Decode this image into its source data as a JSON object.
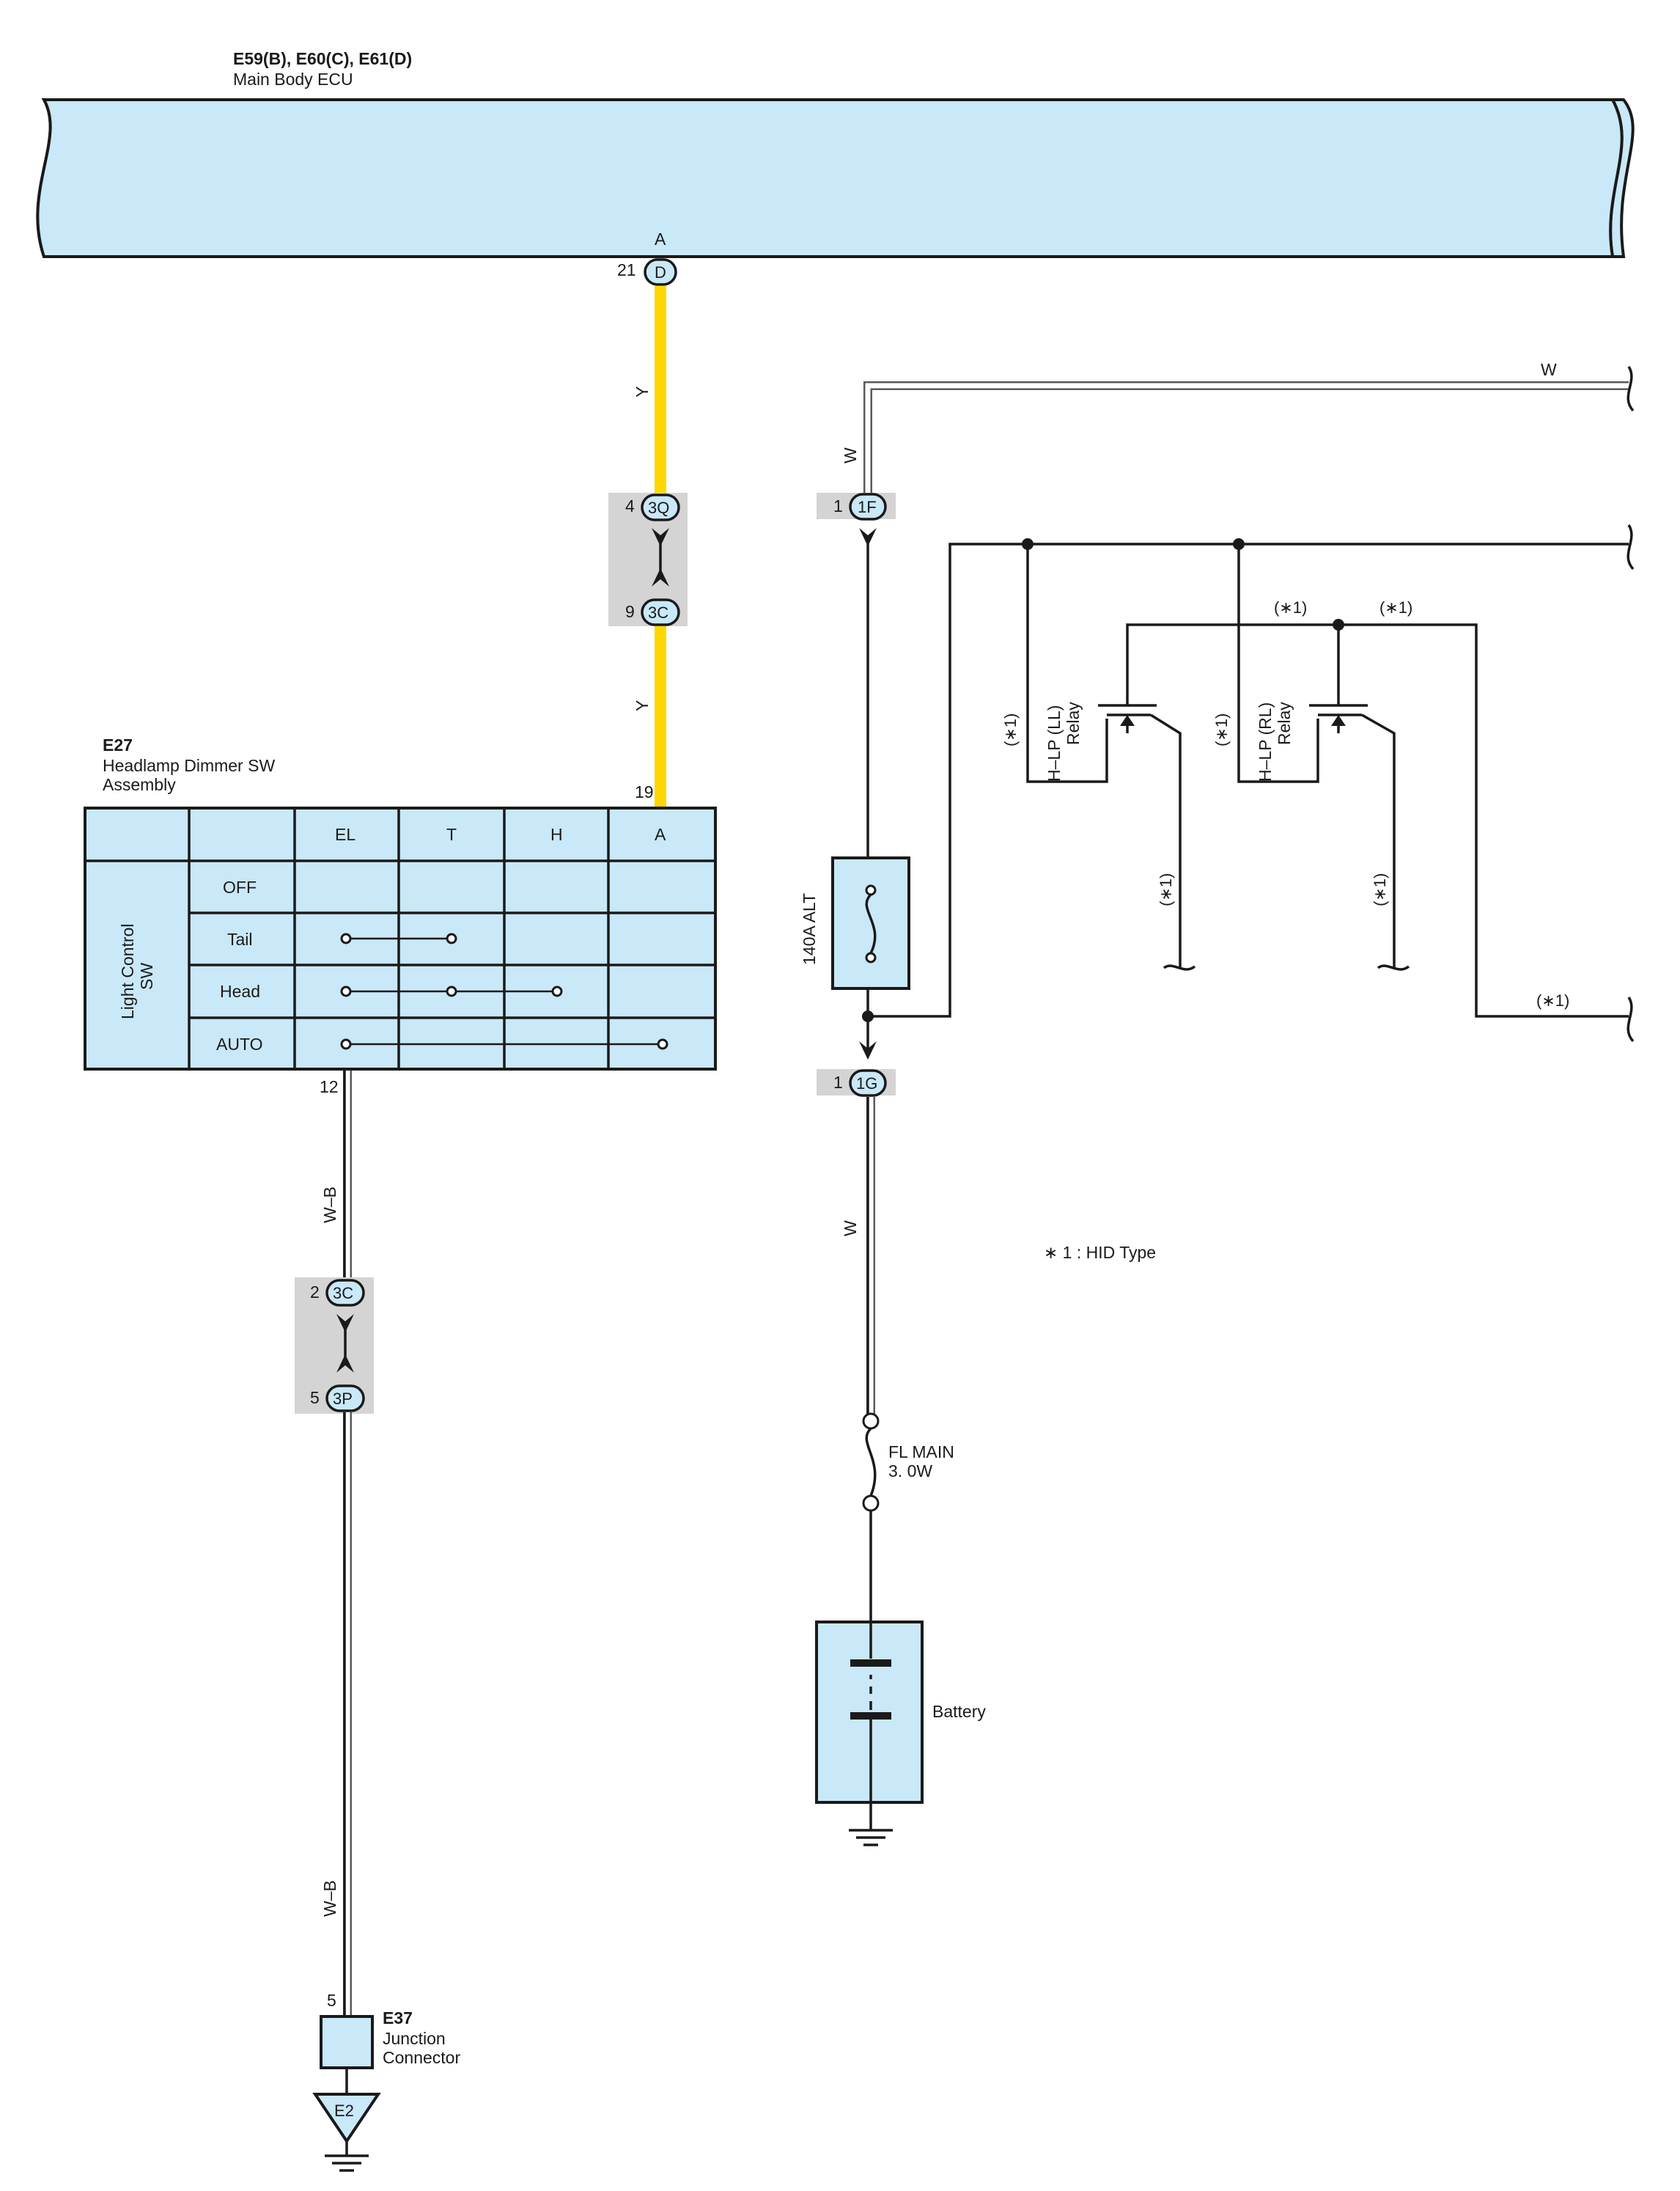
{
  "ecu": {
    "connector": "E59(B), E60(C), E61(D)",
    "name": "Main Body ECU",
    "terminal": "A",
    "pin_number": "21",
    "pin_code": "D"
  },
  "wires": {
    "y1": "Y",
    "y2": "Y",
    "w_top_vertical": "W",
    "w_top_right": "W",
    "w_battery": "W",
    "wb1": "W–B",
    "wb2": "W–B"
  },
  "junctions": {
    "j_3q": {
      "pin": "4",
      "code": "3Q"
    },
    "j_3c_upper": {
      "pin": "9",
      "code": "3C"
    },
    "j_1f": {
      "pin": "1",
      "code": "1F"
    },
    "j_1g": {
      "pin": "1",
      "code": "1G"
    },
    "j_3c_lower": {
      "pin": "2",
      "code": "3C"
    },
    "j_3p": {
      "pin": "5",
      "code": "3P"
    }
  },
  "switch": {
    "connector": "E27",
    "name_line1": "Headlamp Dimmer SW",
    "name_line2": "Assembly",
    "pin_top": "19",
    "pin_bottom": "12",
    "side_label_line1": "Light Control",
    "side_label_line2": "SW",
    "columns": [
      "EL",
      "T",
      "H",
      "A"
    ],
    "rows": [
      "OFF",
      "Tail",
      "Head",
      "AUTO"
    ]
  },
  "fuse_alt": "140A ALT",
  "fuse_main": {
    "line1": "FL MAIN",
    "line2": "3. 0W"
  },
  "relays": {
    "ll": {
      "line1": "H–LP (LL)",
      "line2": "Relay"
    },
    "rl": {
      "line1": "H–LP (RL)",
      "line2": "Relay"
    }
  },
  "hid_marks": {
    "m1": "(∗1)",
    "m2": "(∗1)",
    "m3": "(∗1)",
    "m4": "(∗1)",
    "m5": "(∗1)",
    "m6": "(∗1)",
    "m7": "(∗1)"
  },
  "note": "∗ 1 : HID Type",
  "battery": "Battery",
  "junction_connector": {
    "connector": "E37",
    "line1": "Junction",
    "line2": "Connector",
    "pin": "5",
    "ground": "E2"
  }
}
